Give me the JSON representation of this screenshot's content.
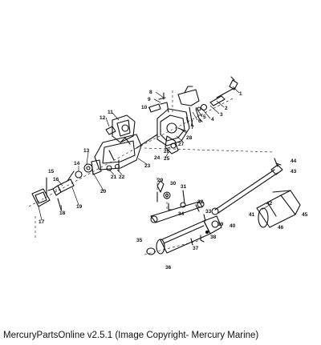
{
  "footer": {
    "copyright": "MercuryPartsOnline v2.5.1 (Image Copyright- Mercury Marine)"
  },
  "callouts": [
    "1",
    "2",
    "3",
    "4",
    "5",
    "6",
    "7",
    "8",
    "9",
    "10",
    "11",
    "12",
    "13",
    "14",
    "15",
    "16",
    "17",
    "18",
    "19",
    "20",
    "21",
    "22",
    "23",
    "24",
    "25",
    "26",
    "27",
    "28",
    "29",
    "30",
    "31",
    "32",
    "33",
    "34",
    "35",
    "36",
    "37",
    "38",
    "39",
    "40",
    "41",
    "42",
    "43",
    "44",
    "45",
    "46"
  ]
}
